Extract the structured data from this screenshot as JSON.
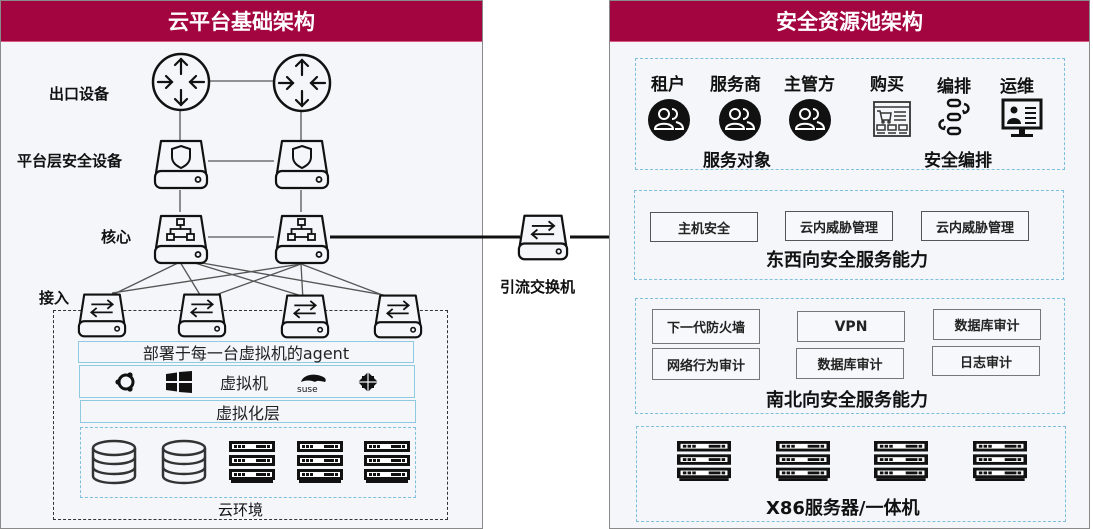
{
  "colors": {
    "header_bg": "#a30540",
    "panel_bg": "#f4f6fa",
    "dash_blue": "#7ec0dc"
  },
  "left": {
    "title": "云平台基础架构",
    "layers": {
      "egress": "出口设备",
      "platform_security": "平台层安全设备",
      "core": "核心",
      "access": "接入"
    },
    "agent_band": "部署于每一台虚拟机的agent",
    "vm_band": {
      "label": "虚拟机",
      "os_icons": [
        "ubuntu-icon",
        "windows-icon",
        "suse-icon",
        "centos-icon"
      ]
    },
    "virt_layer": "虚拟化层",
    "cloud_env": "云环境",
    "hardware_icons": [
      "database-icon",
      "database-icon",
      "server-rack-icon",
      "server-rack-icon",
      "server-rack-icon"
    ]
  },
  "middle": {
    "diversion_switch": "引流交换机"
  },
  "right": {
    "title": "安全资源池架构",
    "service_objects": {
      "items": [
        "租户",
        "服务商",
        "主管方"
      ],
      "caption": "服务对象"
    },
    "orchestration": {
      "items": [
        "购买",
        "编排",
        "运维"
      ],
      "caption": "安全编排"
    },
    "east_west": {
      "services": [
        "主机安全",
        "云内威胁管理",
        "云内威胁管理"
      ],
      "caption": "东西向安全服务能力"
    },
    "north_south": {
      "services": [
        "下一代防火墙",
        "VPN",
        "数据库审计",
        "网络行为审计",
        "数据库审计",
        "日志审计"
      ],
      "caption": "南北向安全服务能力"
    },
    "hardware": {
      "caption": "X86服务器/一体机",
      "count": 4
    }
  }
}
